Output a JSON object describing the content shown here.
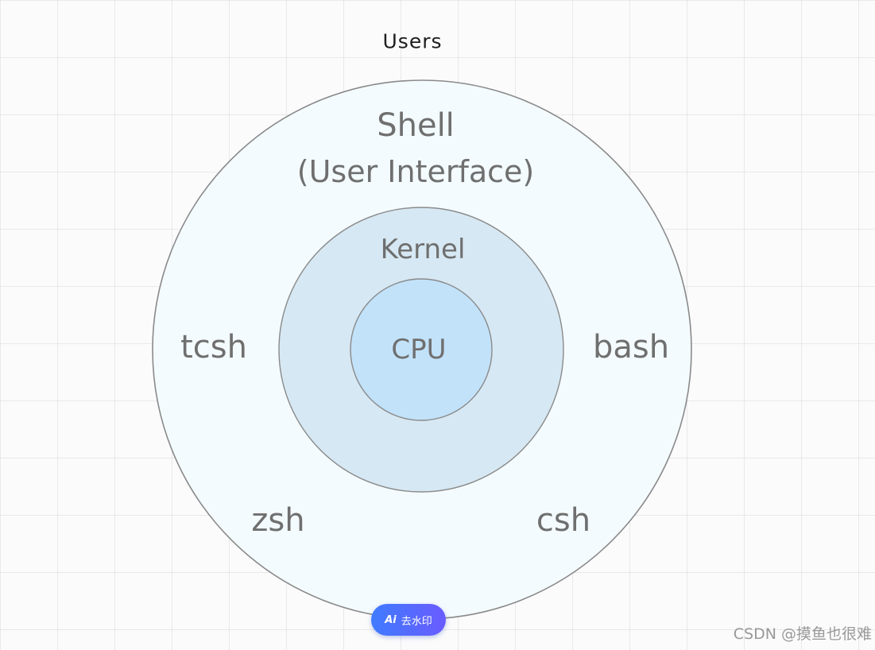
{
  "diagram": {
    "top_label": "Users",
    "shell": {
      "title": "Shell",
      "subtitle": "(User Interface)"
    },
    "kernel": "Kernel",
    "cpu": "CPU",
    "shells": {
      "left": "tcsh",
      "right": "bash",
      "bottom_left": "zsh",
      "bottom_right": "csh"
    },
    "colors": {
      "outer_fill": "#f4fbfe",
      "middle_fill": "#d6e8f3",
      "inner_fill": "#c2e2f9",
      "stroke": "#8a8a8a",
      "text": "#6f6f6f"
    }
  },
  "overlay": {
    "watermark_button": {
      "icon": "Ai",
      "label": "去水印"
    },
    "credit": "CSDN @摸鱼也很难"
  }
}
